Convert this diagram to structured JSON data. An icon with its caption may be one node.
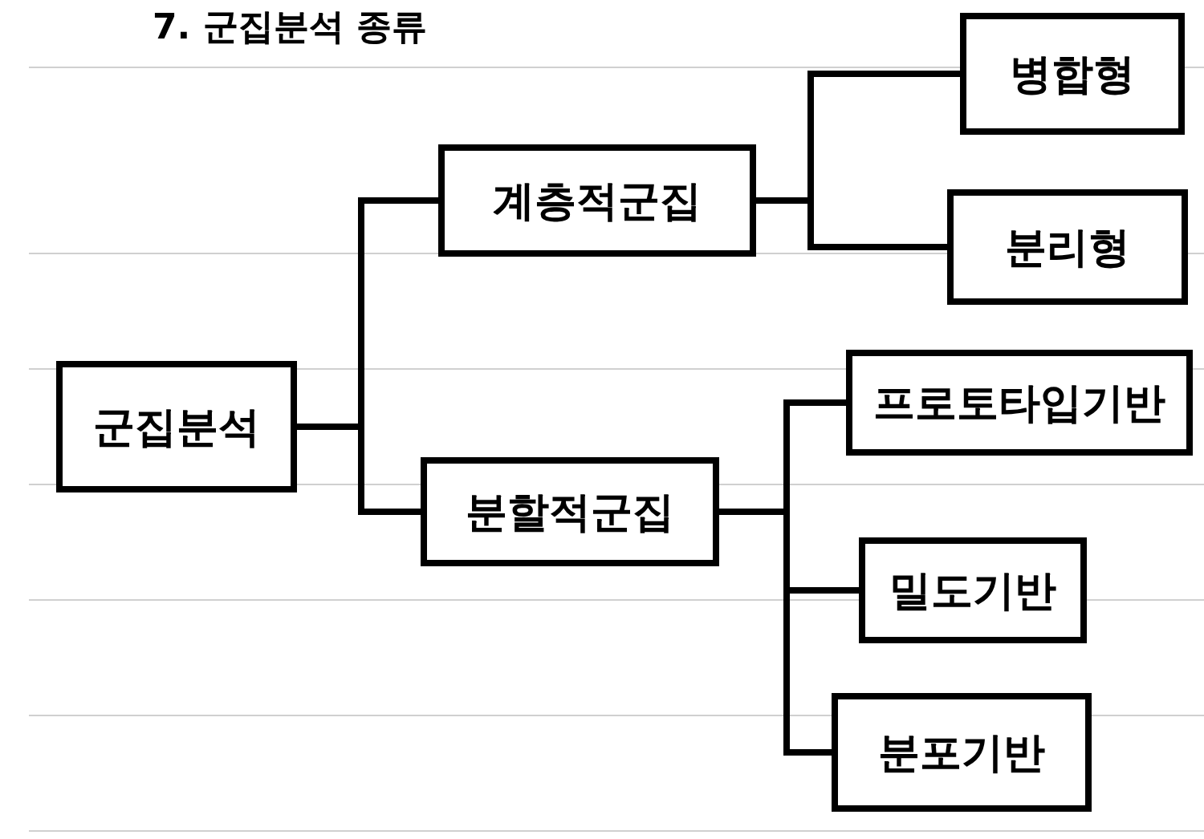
{
  "diagram": {
    "title": "7. 군집분석 종류",
    "nodes": [
      {
        "text": [
          "군집분석"
        ]
      },
      {
        "text": [
          "계층적군집"
        ]
      },
      {
        "text": [
          "분할적군집"
        ]
      },
      {
        "text": [
          "병합형"
        ]
      },
      {
        "text": [
          "분리형"
        ]
      },
      {
        "text": [
          "프로토타입기반"
        ]
      },
      {
        "text": [
          "밀도기반"
        ]
      },
      {
        "text": [
          "분포기반"
        ]
      }
    ],
    "edges": [
      {
        "from": 0,
        "to": 1,
        "arrow": "none"
      },
      {
        "from": 0,
        "to": 2,
        "arrow": "none"
      },
      {
        "from": 1,
        "to": 3,
        "arrow": "none"
      },
      {
        "from": 1,
        "to": 4,
        "arrow": "none"
      },
      {
        "from": 2,
        "to": 5,
        "arrow": "none"
      },
      {
        "from": 2,
        "to": 6,
        "arrow": "none"
      },
      {
        "from": 2,
        "to": 7,
        "arrow": "none"
      }
    ]
  }
}
